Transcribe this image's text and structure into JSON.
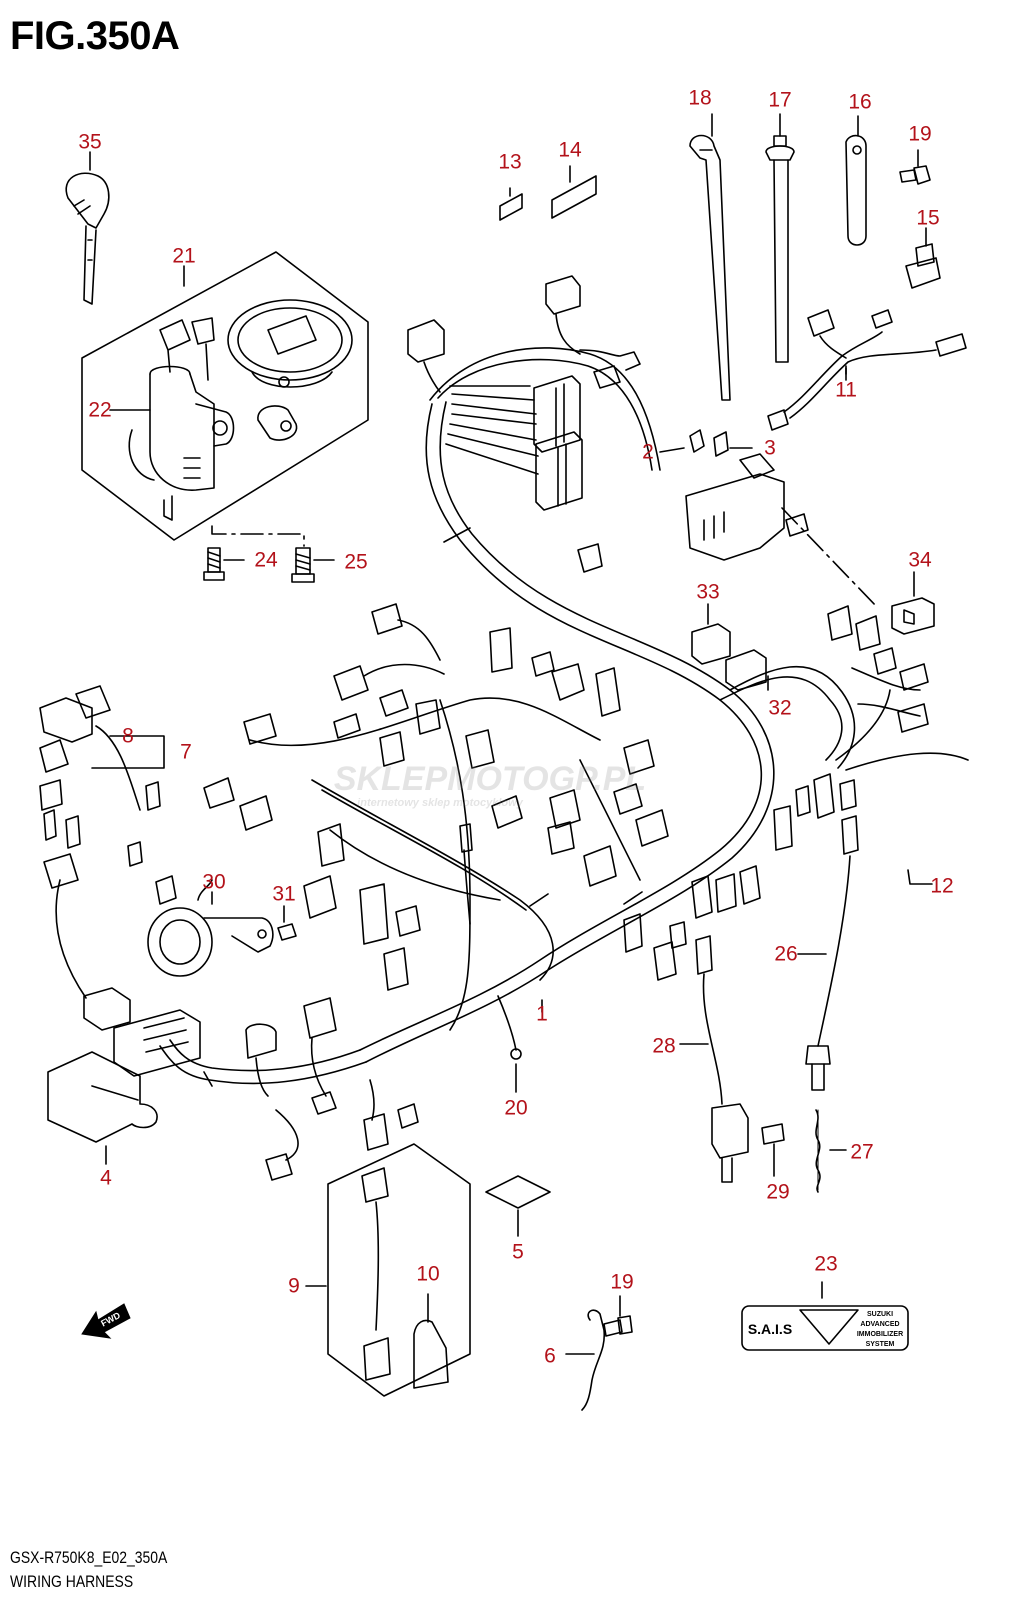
{
  "figure": {
    "title": "FIG.350A",
    "model_code": "GSX-R750K8_E02_350A",
    "section_name": "WIRING HARNESS"
  },
  "callouts": [
    {
      "id": "c1",
      "label": "1"
    },
    {
      "id": "c2",
      "label": "2"
    },
    {
      "id": "c3",
      "label": "3"
    },
    {
      "id": "c4",
      "label": "4"
    },
    {
      "id": "c5",
      "label": "5"
    },
    {
      "id": "c6",
      "label": "6"
    },
    {
      "id": "c7",
      "label": "7"
    },
    {
      "id": "c8",
      "label": "8"
    },
    {
      "id": "c9",
      "label": "9"
    },
    {
      "id": "c10",
      "label": "10"
    },
    {
      "id": "c11",
      "label": "11"
    },
    {
      "id": "c12",
      "label": "12"
    },
    {
      "id": "c13",
      "label": "13"
    },
    {
      "id": "c14",
      "label": "14"
    },
    {
      "id": "c15",
      "label": "15"
    },
    {
      "id": "c16",
      "label": "16"
    },
    {
      "id": "c17",
      "label": "17"
    },
    {
      "id": "c18",
      "label": "18"
    },
    {
      "id": "c19a",
      "label": "19"
    },
    {
      "id": "c19b",
      "label": "19"
    },
    {
      "id": "c20",
      "label": "20"
    },
    {
      "id": "c21",
      "label": "21"
    },
    {
      "id": "c22",
      "label": "22"
    },
    {
      "id": "c23",
      "label": "23"
    },
    {
      "id": "c24",
      "label": "24"
    },
    {
      "id": "c25",
      "label": "25"
    },
    {
      "id": "c26",
      "label": "26"
    },
    {
      "id": "c27",
      "label": "27"
    },
    {
      "id": "c28",
      "label": "28"
    },
    {
      "id": "c29",
      "label": "29"
    },
    {
      "id": "c30",
      "label": "30"
    },
    {
      "id": "c31",
      "label": "31"
    },
    {
      "id": "c32",
      "label": "32"
    },
    {
      "id": "c33",
      "label": "33"
    },
    {
      "id": "c34",
      "label": "34"
    },
    {
      "id": "c35",
      "label": "35"
    }
  ],
  "sais_label": {
    "main": "S.A.I.S",
    "lines": [
      "SUZUKI",
      "ADVANCED",
      "IMMOBILIZER",
      "SYSTEM"
    ]
  },
  "fwd_arrow": "FWD",
  "watermark": {
    "brand": "SKLEPMOTOGP.PL",
    "tagline": "internetowy sklep motocyklowy"
  },
  "colors": {
    "callout": "#b3121a",
    "line": "#000000",
    "background": "#ffffff"
  }
}
